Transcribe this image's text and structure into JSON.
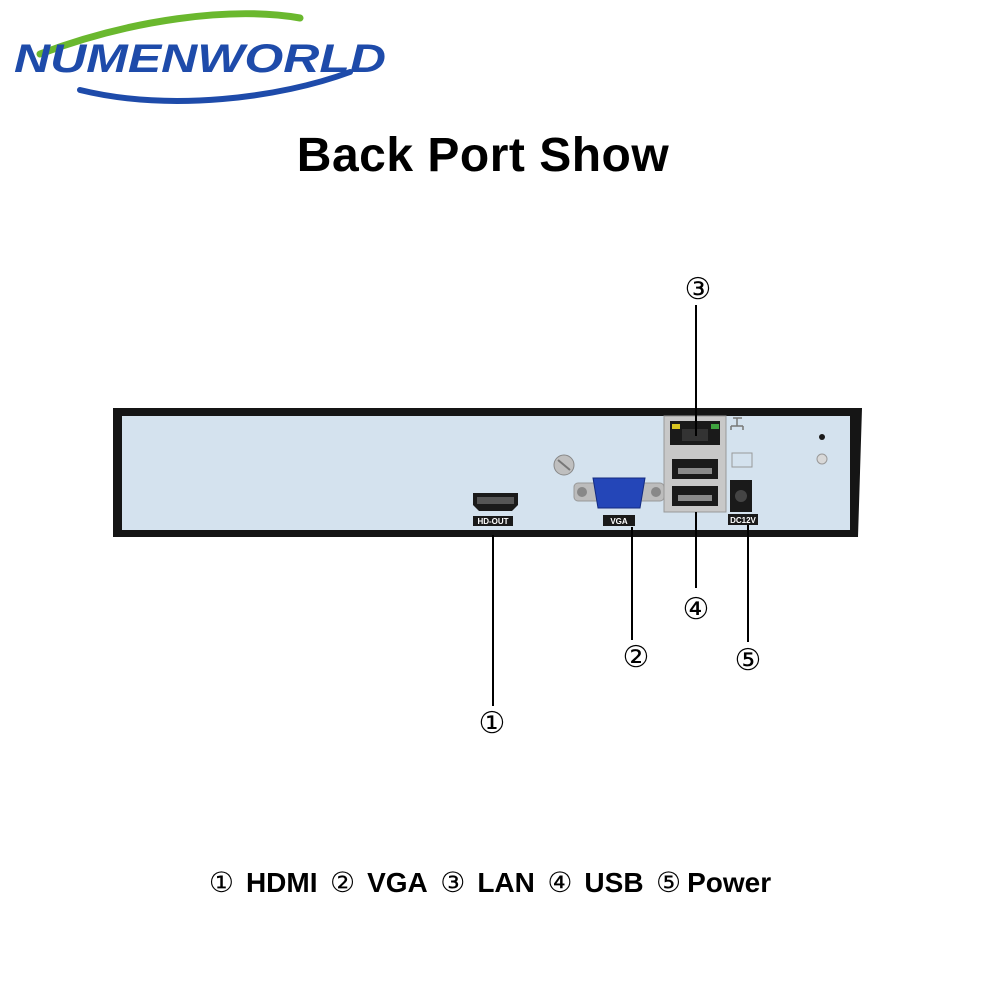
{
  "brand": {
    "logo_text": "NUMENWORLD"
  },
  "title": "Back Port Show",
  "port_labels": {
    "hdmi": "HD-OUT",
    "vga": "VGA",
    "power": "DC12V"
  },
  "callouts": [
    {
      "number": "①",
      "port": "hdmi"
    },
    {
      "number": "②",
      "port": "vga"
    },
    {
      "number": "③",
      "port": "lan"
    },
    {
      "number": "④",
      "port": "usb"
    },
    {
      "number": "⑤",
      "port": "power"
    }
  ],
  "legend": [
    {
      "number": "①",
      "label": "HDMI"
    },
    {
      "number": "②",
      "label": "VGA"
    },
    {
      "number": "③",
      "label": "LAN"
    },
    {
      "number": "④",
      "label": "USB"
    },
    {
      "number": "⑤",
      "label": "Power"
    }
  ],
  "colors": {
    "brand_blue": "#1E4BAA",
    "brand_green": "#6AB82E",
    "panel": "#D4E2EE",
    "frame": "#151515",
    "vga_blue": "#2446B8"
  }
}
